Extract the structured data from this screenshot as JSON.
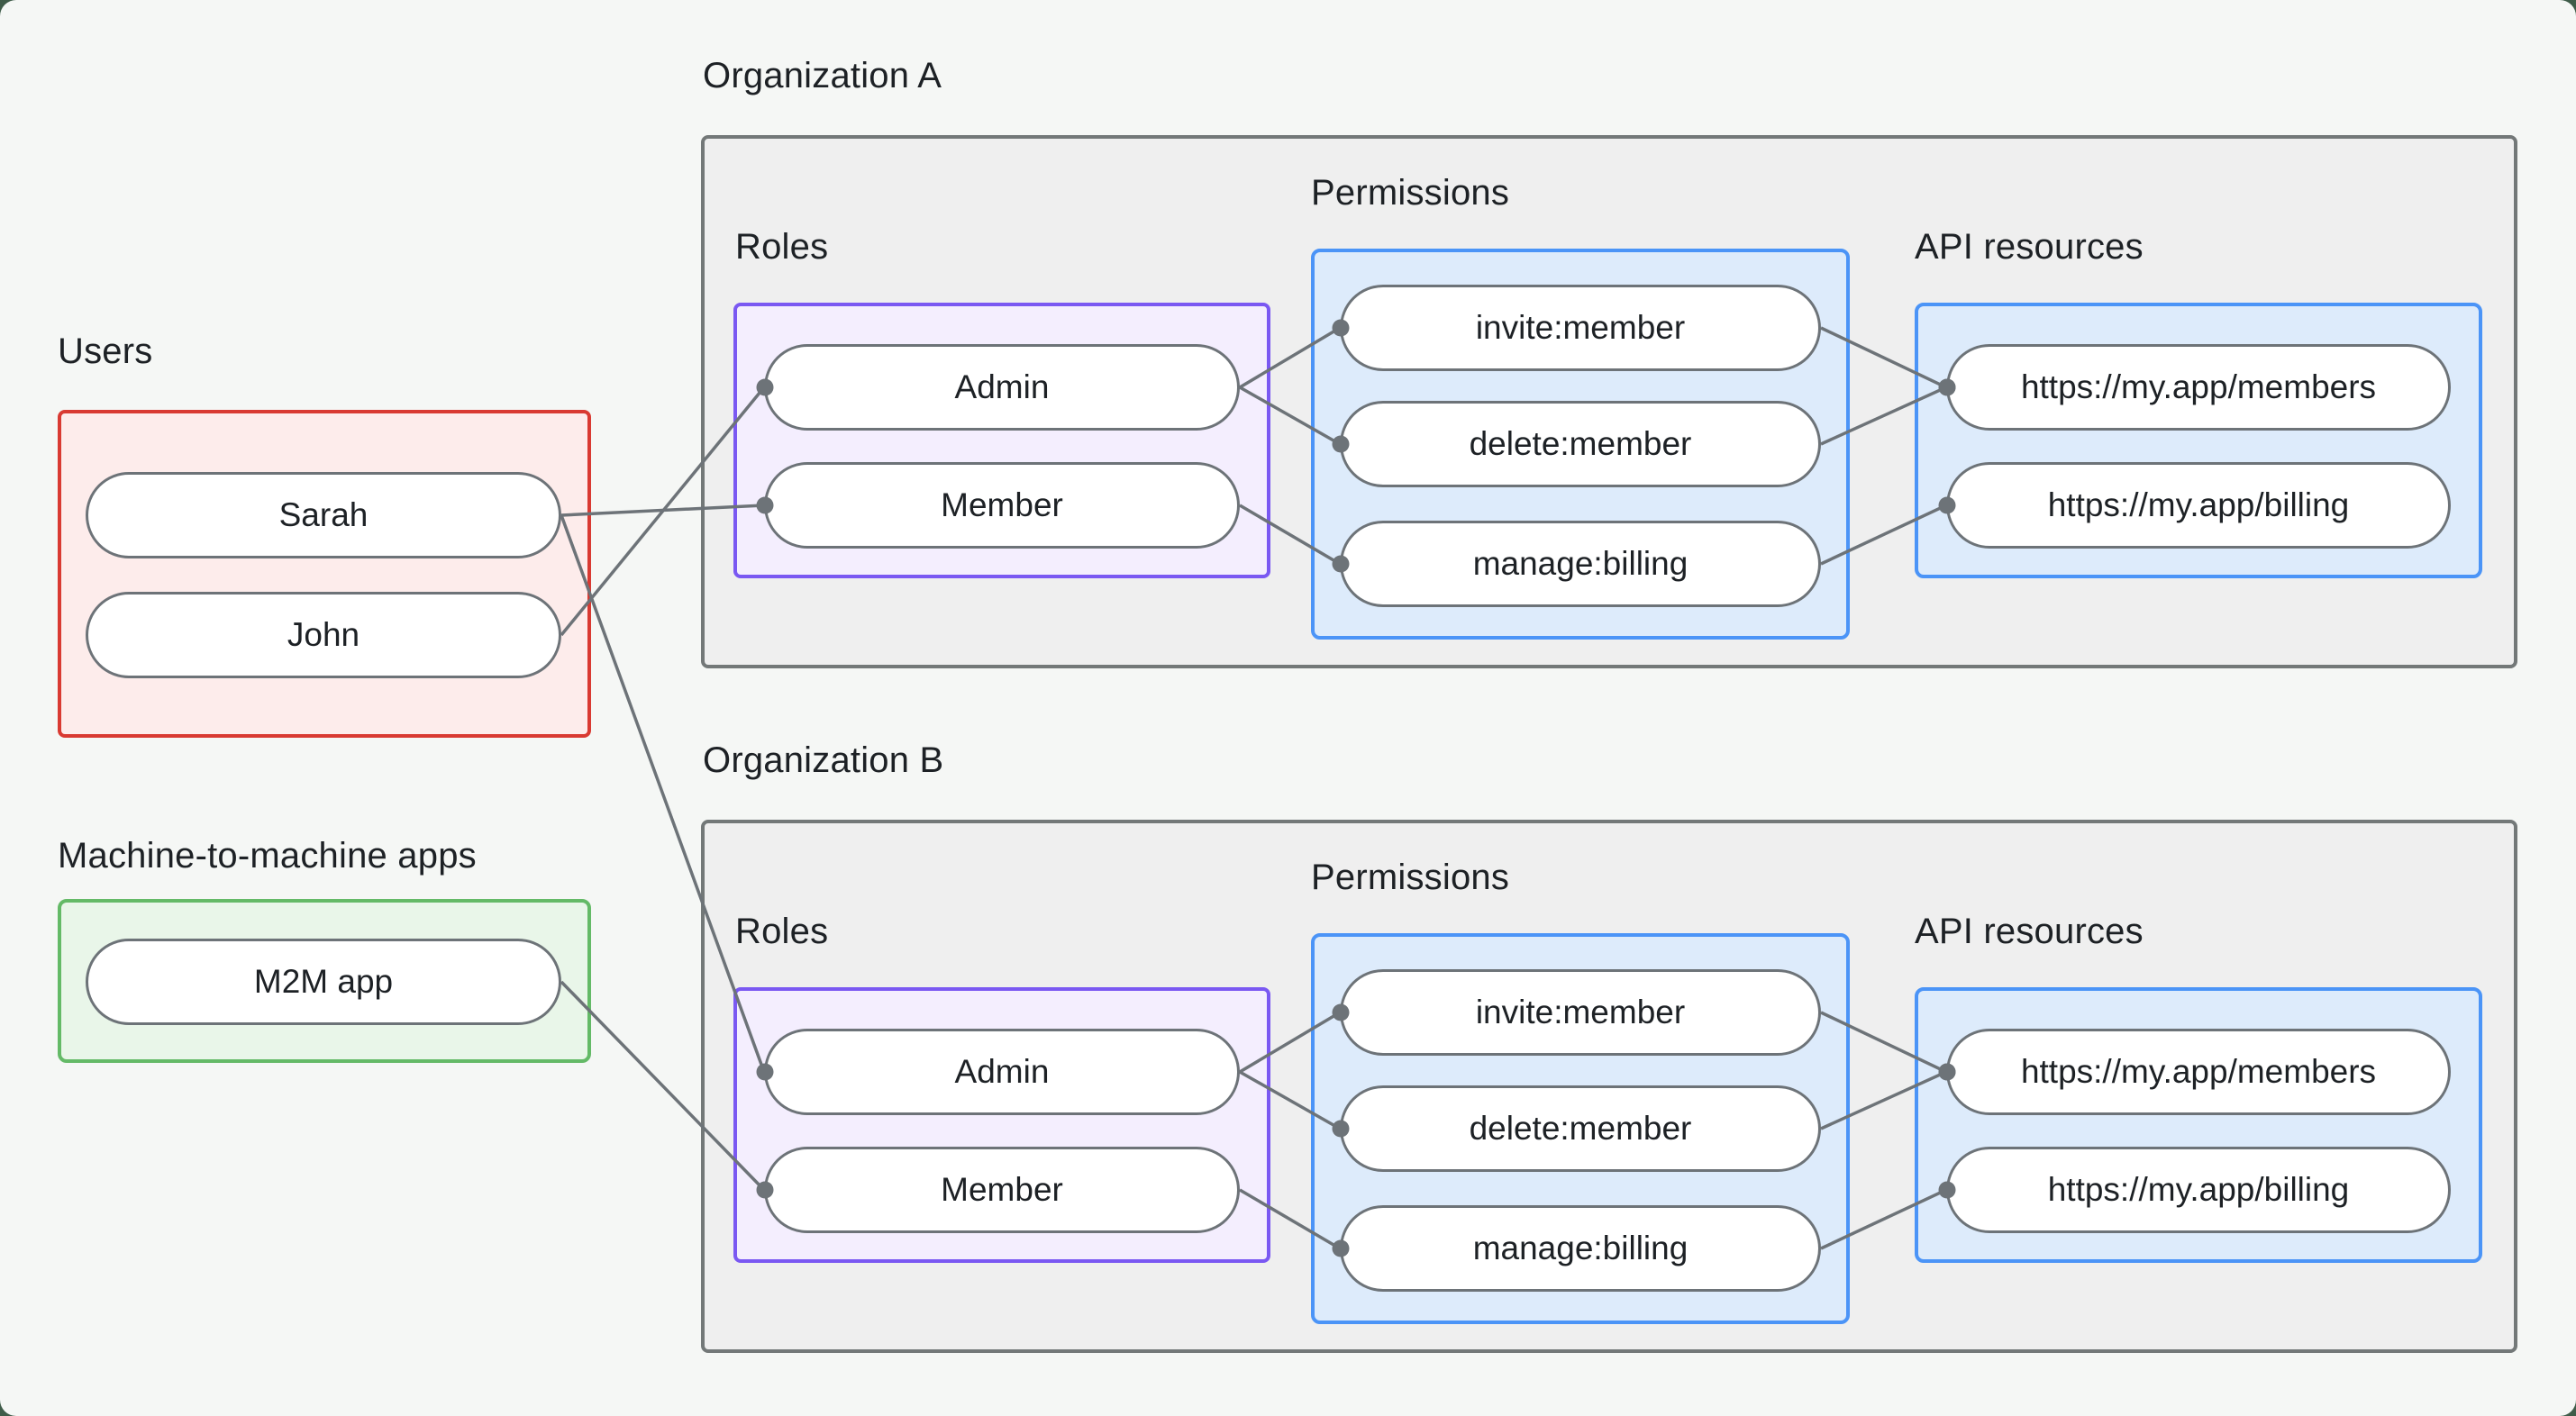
{
  "colors": {
    "background": "#f5f7f5",
    "backdrop": "#3f5c49",
    "users_border": "#d93a32",
    "users_fill": "#fdeceb",
    "m2m_border": "#64ba67",
    "m2m_fill": "#e9f6e9",
    "roles_border": "#7a58f2",
    "roles_fill": "#f4eefe",
    "blue_border": "#4b94f7",
    "blue_fill": "#ddebfb",
    "org_border": "#737878",
    "org_fill": "#efefef",
    "pill_border": "#6d7378",
    "pill_fill": "#ffffff",
    "line": "#6d7378",
    "text": "#1d2125"
  },
  "left_panel": {
    "users": {
      "label": "Users",
      "items": [
        "Sarah",
        "John"
      ]
    },
    "m2m": {
      "label": "Machine-to-machine apps",
      "items": [
        "M2M app"
      ]
    }
  },
  "organizations": [
    {
      "label": "Organization A",
      "roles": {
        "label": "Roles",
        "items": [
          "Admin",
          "Member"
        ]
      },
      "permissions": {
        "label": "Permissions",
        "items": [
          "invite:member",
          "delete:member",
          "manage:billing"
        ]
      },
      "api_resources": {
        "label": "API resources",
        "items": [
          "https://my.app/members",
          "https://my.app/billing"
        ]
      }
    },
    {
      "label": "Organization B",
      "roles": {
        "label": "Roles",
        "items": [
          "Admin",
          "Member"
        ]
      },
      "permissions": {
        "label": "Permissions",
        "items": [
          "invite:member",
          "delete:member",
          "manage:billing"
        ]
      },
      "api_resources": {
        "label": "API resources",
        "items": [
          "https://my.app/members",
          "https://my.app/billing"
        ]
      }
    }
  ],
  "connections": [
    {
      "from": "user-sarah",
      "to": "orgA-role-member"
    },
    {
      "from": "user-john",
      "to": "orgA-role-admin"
    },
    {
      "from": "user-sarah",
      "to": "orgB-role-admin"
    },
    {
      "from": "m2m-app",
      "to": "orgB-role-member"
    },
    {
      "from": "orgA-role-admin",
      "to": "orgA-perm-invite"
    },
    {
      "from": "orgA-role-admin",
      "to": "orgA-perm-delete"
    },
    {
      "from": "orgA-role-member",
      "to": "orgA-perm-manage"
    },
    {
      "from": "orgA-perm-invite",
      "to": "orgA-api-members"
    },
    {
      "from": "orgA-perm-delete",
      "to": "orgA-api-members"
    },
    {
      "from": "orgA-perm-manage",
      "to": "orgA-api-billing"
    },
    {
      "from": "orgB-role-admin",
      "to": "orgB-perm-invite"
    },
    {
      "from": "orgB-role-admin",
      "to": "orgB-perm-delete"
    },
    {
      "from": "orgB-role-member",
      "to": "orgB-perm-manage"
    },
    {
      "from": "orgB-perm-invite",
      "to": "orgB-api-members"
    },
    {
      "from": "orgB-perm-delete",
      "to": "orgB-api-members"
    },
    {
      "from": "orgB-perm-manage",
      "to": "orgB-api-billing"
    }
  ]
}
